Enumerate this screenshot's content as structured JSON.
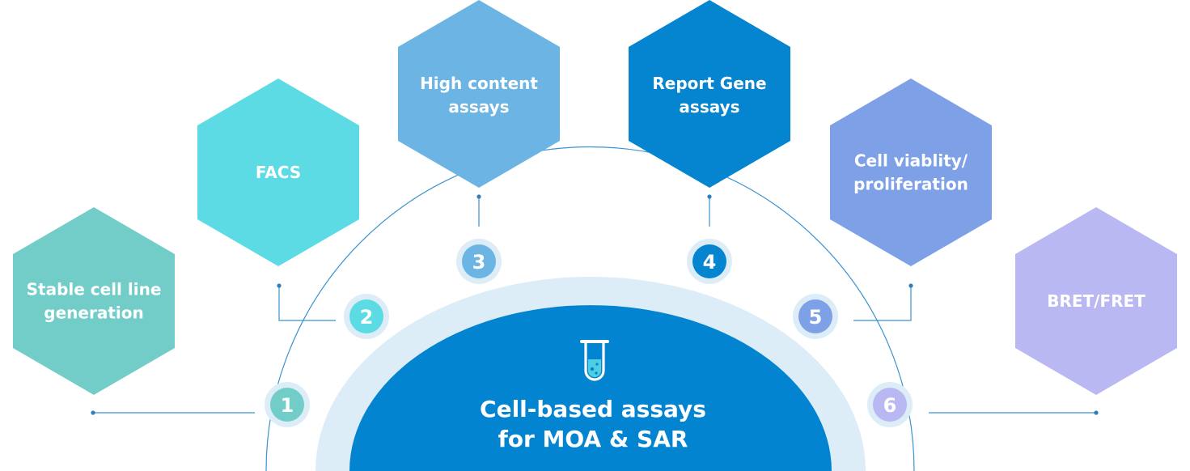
{
  "center": {
    "line1": "Cell-based assays",
    "line2": "for MOA & SAR",
    "icon": "test-tube-icon",
    "color": "#0284d0",
    "halo_color": "#dcedf8"
  },
  "steps": [
    {
      "number": "1",
      "label_lines": [
        "Stable cell line",
        "generation"
      ],
      "color": "#72cdc8"
    },
    {
      "number": "2",
      "label_lines": [
        "FACS"
      ],
      "color": "#5ddbe5"
    },
    {
      "number": "3",
      "label_lines": [
        "High content",
        "assays"
      ],
      "color": "#6bb4e3"
    },
    {
      "number": "4",
      "label_lines": [
        "Report Gene",
        "assays"
      ],
      "color": "#0585d0"
    },
    {
      "number": "5",
      "label_lines": [
        "Cell viablity/",
        "proliferation"
      ],
      "color": "#7ea0e7"
    },
    {
      "number": "6",
      "label_lines": [
        "BRET/FRET"
      ],
      "color": "#b9b8f2"
    }
  ],
  "line_color": "#3a93cf"
}
